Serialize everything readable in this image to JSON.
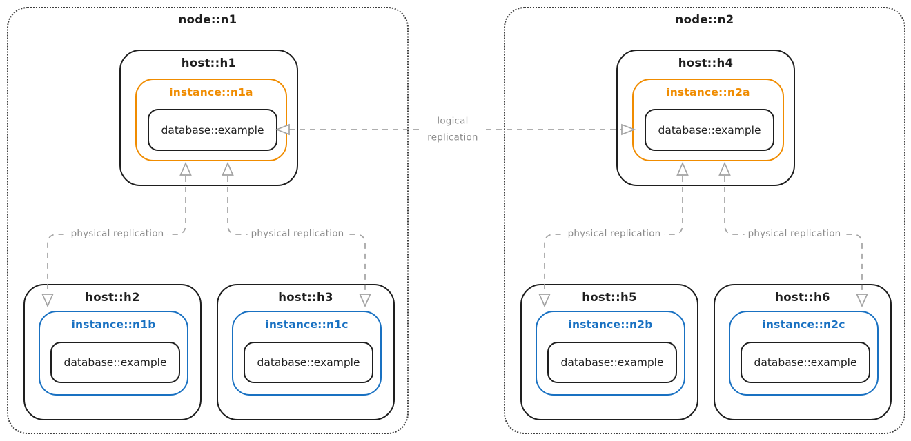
{
  "nodes": [
    {
      "label": "node::n1",
      "hosts": [
        {
          "label": "host::h1",
          "instance": {
            "label": "instance::n1a",
            "accent": "orange",
            "database": {
              "label": "database::example"
            }
          }
        },
        {
          "label": "host::h2",
          "instance": {
            "label": "instance::n1b",
            "accent": "blue",
            "database": {
              "label": "database::example"
            }
          }
        },
        {
          "label": "host::h3",
          "instance": {
            "label": "instance::n1c",
            "accent": "blue",
            "database": {
              "label": "database::example"
            }
          }
        }
      ]
    },
    {
      "label": "node::n2",
      "hosts": [
        {
          "label": "host::h4",
          "instance": {
            "label": "instance::n2a",
            "accent": "orange",
            "database": {
              "label": "database::example"
            }
          }
        },
        {
          "label": "host::h5",
          "instance": {
            "label": "instance::n2b",
            "accent": "blue",
            "database": {
              "label": "database::example"
            }
          }
        },
        {
          "label": "host::h6",
          "instance": {
            "label": "instance::n2c",
            "accent": "blue",
            "database": {
              "label": "database::example"
            }
          }
        }
      ]
    }
  ],
  "connections": {
    "physical": [
      {
        "label": "physical replication"
      },
      {
        "label": "physical replication"
      },
      {
        "label": "physical replication"
      },
      {
        "label": "physical replication"
      }
    ],
    "logical": {
      "label": [
        "logical",
        "replication"
      ]
    }
  },
  "colors": {
    "primary_stroke": "#1e1e1e",
    "node_border": "#3f3f3f",
    "orange_accent": "#f08c00",
    "blue_accent": "#1971c2",
    "connector_gray": "#a3a3a3",
    "label_gray": "#8a8a8a",
    "background": "#ffffff"
  }
}
